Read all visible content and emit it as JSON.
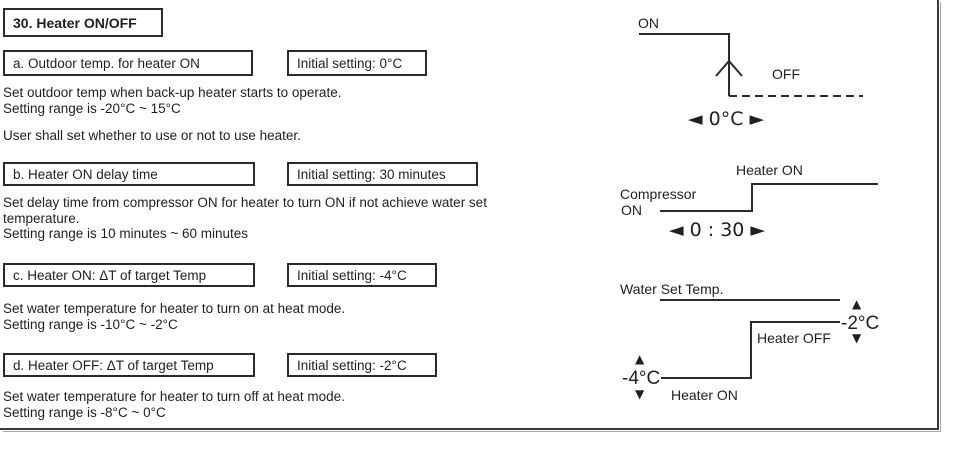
{
  "header": {
    "title": "30. Heater ON/OFF"
  },
  "sections": [
    {
      "label": "a. Outdoor temp. for heater ON",
      "initial_setting": "Initial setting: 0°C",
      "lines": [
        "Set outdoor temp when back-up heater starts to operate.",
        "Setting range is -20°C ~ 15°C"
      ],
      "note": "User shall set whether to use or not to use heater."
    },
    {
      "label": "b. Heater ON delay time",
      "initial_setting": "Initial setting: 30 minutes",
      "lines": [
        "Set delay time from compressor ON for heater to turn ON if not achieve water set",
        "temperature.",
        "Setting range is 10 minutes ~ 60 minutes"
      ]
    },
    {
      "label": "c. Heater ON: ΔT of target Temp",
      "initial_setting": "Initial setting: -4°C",
      "lines": [
        "Set water temperature for heater to turn on at heat mode.",
        "Setting range is -10°C ~ -2°C"
      ]
    },
    {
      "label": "d. Heater OFF: ΔT of target Temp",
      "initial_setting": "Initial setting: -2°C",
      "lines": [
        "Set water temperature for heater to turn off at heat mode.",
        "Setting range is -8°C ~ 0°C"
      ]
    }
  ],
  "diagrams": {
    "outdoor_temp": {
      "on": "ON",
      "off": "OFF",
      "value": "◄ 0°C ►"
    },
    "delay_time": {
      "heater_on": "Heater ON",
      "compressor_line1": "Compressor",
      "compressor_line2": "ON",
      "value": "◄ 0 : 30 ►"
    },
    "delta_temp": {
      "water_set": "Water Set Temp.",
      "heater_off": "Heater OFF",
      "heater_on": "Heater ON",
      "off_delta": "-2°C",
      "on_delta": "-4°C",
      "up_arrow": "▲",
      "down_arrow": "▼"
    }
  },
  "colors": {
    "ink": "#1f1f1f",
    "line": "#2b2b2b"
  }
}
